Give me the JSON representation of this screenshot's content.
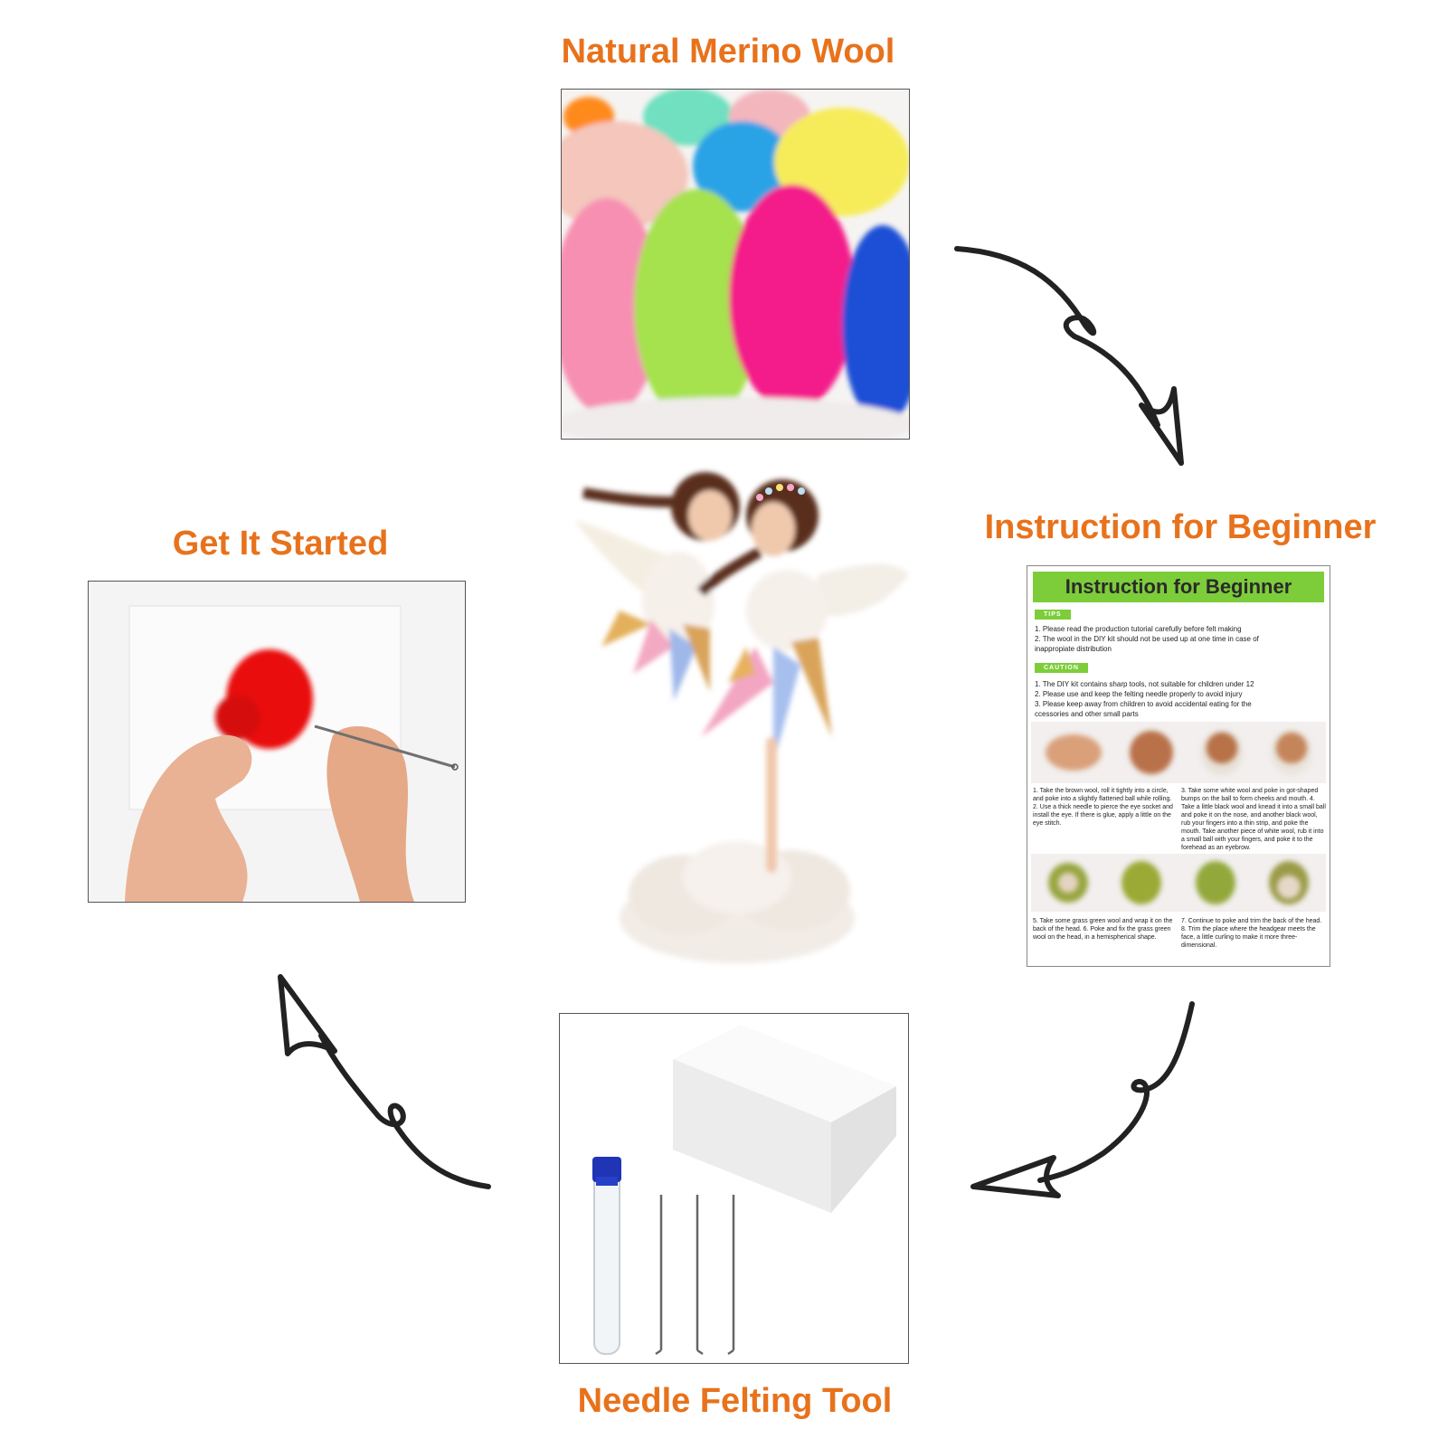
{
  "steps": {
    "top": "Natural Merino Wool",
    "right": "Instruction for Beginner",
    "bottom": "Needle Felting Tool",
    "left": "Get It Started"
  },
  "instruction_sheet": {
    "title": "Instruction for Beginner",
    "tips_label": "TIPS",
    "tips": [
      "1. Please read the production tutorial carefully before felt making",
      "2. The wool in the DIY kit should not be used up at one time in case of",
      "inappropiate distribution"
    ],
    "caution_label": "CAUTION",
    "caution": [
      "1. The DIY kit contains sharp tools, not suitable for children under 12",
      "2. Please use and keep the felting needle properly to avoid injury",
      "3. Please keep away from children to avoid accidental eating for the",
      "ccessories and other small parts"
    ],
    "steps_a_left": "1. Take the brown wool, roll it tightly into a circle, and poke into a slightly flattened ball while rolling. 2. Use a thick needle to pierce the eye socket and install the eye. If there is glue, apply a little on the eye stitch.",
    "steps_a_right": "3. Take some white wool and poke in got-shaped bumps on the ball to form cheeks and mouth. 4. Take a little black wool and knead it into a small ball and poke it on the nose, and another black wool, rub your fingers into a thin strip, and poke the mouth. Take another piece of white wool, rub it into a small ball with your fingers, and poke it to the forehead as an eyebrow.",
    "steps_b_left": "5. Take some grass green wool and wrap it on the back of the head. 6. Poke and fix the grass green wool on the head, in a hemispherical shape.",
    "steps_b_right": "7. Continue to poke and trim the back of the head. 8. Trim the place where the headgear meets the face, a little curling to make it more three-dimensional."
  },
  "colors": {
    "caption": "#e8721c",
    "arrow": "#222222",
    "header_green": "#7dcd3a"
  },
  "icons": {
    "arrow": "curved-loop-arrow-icon"
  }
}
